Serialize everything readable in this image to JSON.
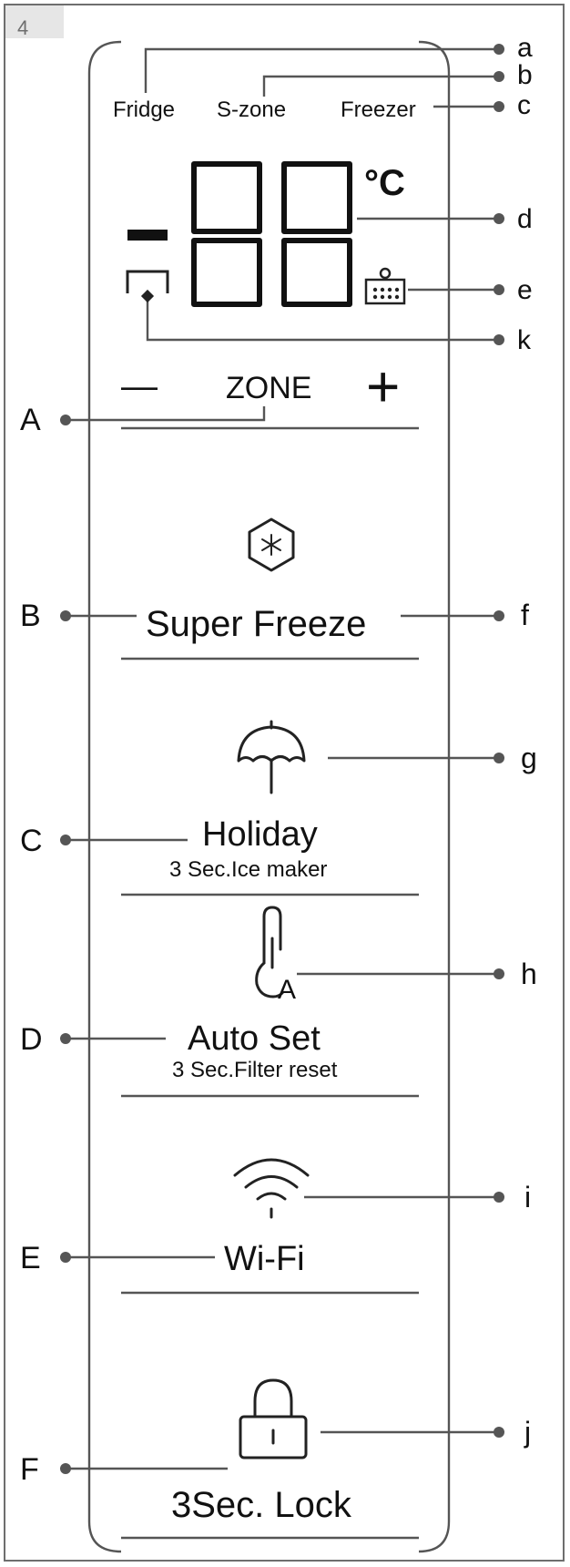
{
  "page_number": "4",
  "zones": {
    "fridge": "Fridge",
    "szone": "S-zone",
    "freezer": "Freezer"
  },
  "display": {
    "unit": "°C"
  },
  "zone_control": {
    "minus": "—",
    "label": "ZONE",
    "plus": "+"
  },
  "buttons": [
    {
      "key": "B",
      "label": "Super Freeze",
      "sub": "",
      "icon": "snowflake-hexagon-icon",
      "callout": "f"
    },
    {
      "key": "C",
      "label": "Holiday",
      "sub": "3 Sec.Ice maker",
      "icon": "umbrella-icon",
      "callout": "g"
    },
    {
      "key": "D",
      "label": "Auto Set",
      "sub": "3 Sec.Filter reset",
      "icon": "thermometer-auto-icon",
      "callout": "h"
    },
    {
      "key": "E",
      "label": "Wi-Fi",
      "sub": "",
      "icon": "wifi-icon",
      "callout": "i"
    },
    {
      "key": "F",
      "label": "3Sec. Lock",
      "sub": "",
      "icon": "lock-icon",
      "callout": "j"
    }
  ],
  "callouts_right": {
    "a": "a",
    "b": "b",
    "c": "c",
    "d": "d",
    "e": "e",
    "k": "k",
    "f": "f",
    "g": "g",
    "h": "h",
    "i": "i",
    "j": "j"
  },
  "callouts_left": {
    "A": "A",
    "B": "B",
    "C": "C",
    "D": "D",
    "E": "E",
    "F": "F"
  }
}
